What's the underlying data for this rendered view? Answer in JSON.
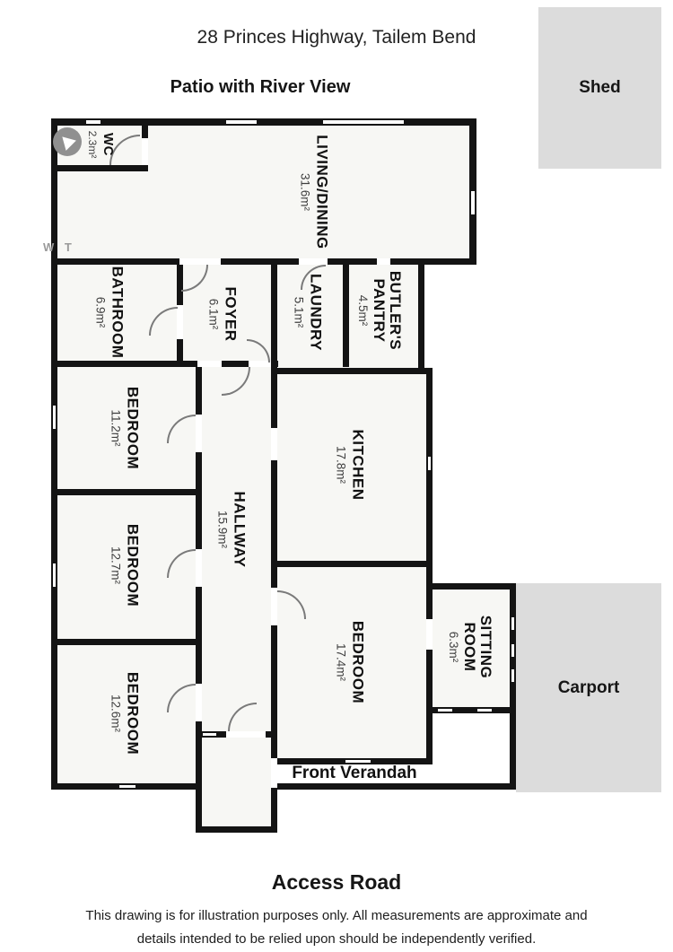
{
  "title": "28 Princes Highway, Tailem Bend",
  "labels": {
    "patio": "Patio with River View",
    "shed": "Shed",
    "carport": "Carport",
    "front_verandah": "Front Verandah",
    "access_road": "Access Road",
    "water_tank": "W T"
  },
  "disclaimer": {
    "line1": "This drawing is for illustration purposes only. All measurements are approximate and",
    "line2": "details intended to be relied upon should be independently verified."
  },
  "rooms": [
    {
      "name": "WC",
      "area": "2.3m²"
    },
    {
      "name": "LIVING/DINING",
      "area": "31.6m²"
    },
    {
      "name": "BATHROOM",
      "area": "6.9m²"
    },
    {
      "name": "FOYER",
      "area": "6.1m²"
    },
    {
      "name": "LAUNDRY",
      "area": "5.1m²"
    },
    {
      "name": "BUTLER'S PANTRY",
      "area": "4.5m²"
    },
    {
      "name": "BEDROOM",
      "area": "11.2m²"
    },
    {
      "name": "KITCHEN",
      "area": "17.8m²"
    },
    {
      "name": "HALLWAY",
      "area": "15.9m²"
    },
    {
      "name": "BEDROOM",
      "area": "12.7m²"
    },
    {
      "name": "BEDROOM",
      "area": "17.4m²"
    },
    {
      "name": "SITTING ROOM",
      "area": "6.3m²"
    },
    {
      "name": "BEDROOM",
      "area": "12.6m²"
    }
  ],
  "colors": {
    "wall": "#141414",
    "floor": "#f7f7f4",
    "outbuilding": "#dcdcdc",
    "area_text": "#3f3f3f",
    "compass": "#909090"
  }
}
